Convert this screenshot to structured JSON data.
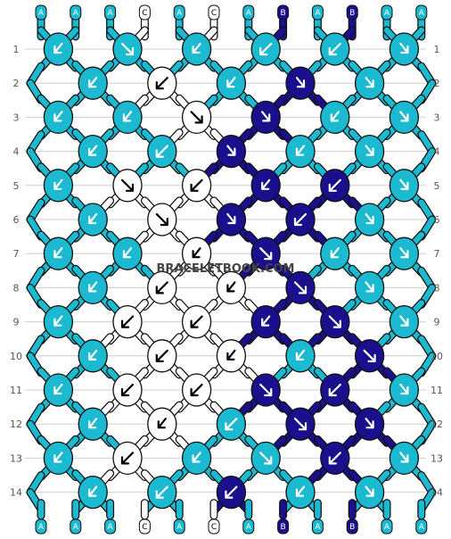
{
  "colors": {
    "A": "#1cbad0",
    "B": "#1a0f8c",
    "C": "#ffffff",
    "outline": "#111111",
    "grid": "#cfcfcf"
  },
  "strands_top": [
    "A",
    "A",
    "A",
    "C",
    "A",
    "C",
    "A",
    "B",
    "A",
    "B",
    "A",
    "A"
  ],
  "strands_bottom": [
    "A",
    "A",
    "A",
    "C",
    "A",
    "C",
    "A",
    "B",
    "A",
    "B",
    "A",
    "A"
  ],
  "row_labels": [
    "1",
    "2",
    "3",
    "4",
    "5",
    "6",
    "7",
    "8",
    "9",
    "10",
    "11",
    "12",
    "13",
    "14"
  ],
  "watermark": "BRACELETBOOK.COM",
  "knots": [
    [
      {
        "c": "A",
        "d": "fb"
      },
      {
        "c": "A",
        "d": "f"
      },
      {
        "c": "A",
        "d": "fb"
      },
      {
        "c": "A",
        "d": "b"
      },
      {
        "c": "A",
        "d": "b"
      },
      {
        "c": "A",
        "d": "bf"
      }
    ],
    [
      {
        "c": "A",
        "d": "fb"
      },
      {
        "c": "C",
        "d": "b"
      },
      {
        "c": "A",
        "d": "fb"
      },
      {
        "c": "B",
        "d": "bf"
      },
      {
        "c": "A",
        "d": "bf"
      }
    ],
    [
      {
        "c": "A",
        "d": "fb"
      },
      {
        "c": "A",
        "d": "fb"
      },
      {
        "c": "C",
        "d": "f"
      },
      {
        "c": "B",
        "d": "bf"
      },
      {
        "c": "A",
        "d": "fb"
      },
      {
        "c": "A",
        "d": "bf"
      }
    ],
    [
      {
        "c": "A",
        "d": "fb"
      },
      {
        "c": "A",
        "d": "b"
      },
      {
        "c": "B",
        "d": "bf"
      },
      {
        "c": "A",
        "d": "fb"
      },
      {
        "c": "A",
        "d": "bf"
      }
    ],
    [
      {
        "c": "A",
        "d": "fb"
      },
      {
        "c": "C",
        "d": "f"
      },
      {
        "c": "C",
        "d": "b"
      },
      {
        "c": "B",
        "d": "fb"
      },
      {
        "c": "B",
        "d": "b"
      },
      {
        "c": "A",
        "d": "bf"
      }
    ],
    [
      {
        "c": "A",
        "d": "fb"
      },
      {
        "c": "C",
        "d": "f"
      },
      {
        "c": "B",
        "d": "bf"
      },
      {
        "c": "B",
        "d": "b"
      },
      {
        "c": "A",
        "d": "bf"
      }
    ],
    [
      {
        "c": "A",
        "d": "fb"
      },
      {
        "c": "A",
        "d": "fb"
      },
      {
        "c": "C",
        "d": "fb"
      },
      {
        "c": "B",
        "d": "f"
      },
      {
        "c": "A",
        "d": "fb"
      },
      {
        "c": "A",
        "d": "bf"
      }
    ],
    [
      {
        "c": "A",
        "d": "fb"
      },
      {
        "c": "C",
        "d": "b"
      },
      {
        "c": "C",
        "d": "fb"
      },
      {
        "c": "B",
        "d": "f"
      },
      {
        "c": "A",
        "d": "bf"
      }
    ],
    [
      {
        "c": "A",
        "d": "fb"
      },
      {
        "c": "C",
        "d": "b"
      },
      {
        "c": "C",
        "d": "b"
      },
      {
        "c": "B",
        "d": "fb"
      },
      {
        "c": "B",
        "d": "f"
      },
      {
        "c": "A",
        "d": "bf"
      }
    ],
    [
      {
        "c": "A",
        "d": "fb"
      },
      {
        "c": "C",
        "d": "b"
      },
      {
        "c": "C",
        "d": "fb"
      },
      {
        "c": "A",
        "d": "fb"
      },
      {
        "c": "B",
        "d": "f"
      }
    ],
    [
      {
        "c": "A",
        "d": "fb"
      },
      {
        "c": "C",
        "d": "b"
      },
      {
        "c": "C",
        "d": "b"
      },
      {
        "c": "B",
        "d": "f"
      },
      {
        "c": "B",
        "d": "b"
      },
      {
        "c": "A",
        "d": "bf"
      }
    ],
    [
      {
        "c": "A",
        "d": "fb"
      },
      {
        "c": "C",
        "d": "fb"
      },
      {
        "c": "A",
        "d": "b"
      },
      {
        "c": "B",
        "d": "f"
      },
      {
        "c": "B",
        "d": "bf"
      }
    ],
    [
      {
        "c": "A",
        "d": "fb"
      },
      {
        "c": "C",
        "d": "b"
      },
      {
        "c": "A",
        "d": "fb"
      },
      {
        "c": "A",
        "d": "f"
      },
      {
        "c": "B",
        "d": "b"
      },
      {
        "c": "A",
        "d": "bf"
      }
    ],
    [
      {
        "c": "A",
        "d": "fb"
      },
      {
        "c": "A",
        "d": "b"
      },
      {
        "c": "B",
        "d": "b"
      },
      {
        "c": "A",
        "d": "fb"
      },
      {
        "c": "A",
        "d": "bf"
      }
    ]
  ]
}
